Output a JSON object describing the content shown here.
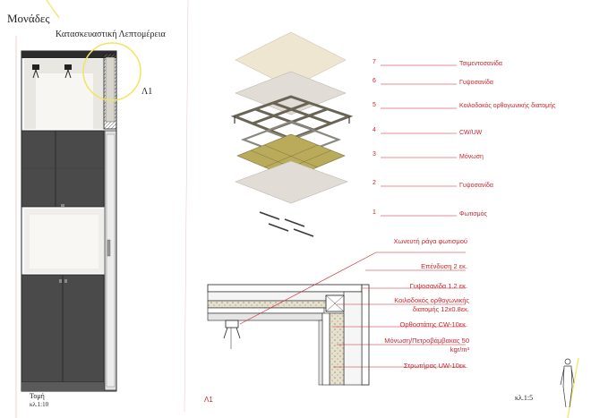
{
  "header": {
    "title": "Μονάδες",
    "subtitle": "Κατασκευαστική Λεπτομέρεια"
  },
  "section": {
    "detail_ref": "Λ1",
    "label": "Τομή",
    "scale": "κλ.1:10"
  },
  "axonometric_legend": [
    {
      "num": "7",
      "text": "Τσιμεντοσανίδα"
    },
    {
      "num": "6",
      "text": "Γυψοσανίδα"
    },
    {
      "num": "5",
      "text": "Κοιλοδοκός ορθογωνικής διατομής"
    },
    {
      "num": "4",
      "text": "CW/UW"
    },
    {
      "num": "3",
      "text": "Μόνωση"
    },
    {
      "num": "2",
      "text": "Γυψοσανίδα"
    },
    {
      "num": "1",
      "text": "Φωτισμός"
    }
  ],
  "detail_notes": [
    "Χωνευτή ράγα φωτισμού",
    "Επένδυση 2 εκ.",
    "Γυψοσανίδα 1.2 εκ.",
    "Κοιλοδοκός ορθογωνικής διατομής 12x0.8εκ.",
    "Ορθοστάτης CW-10εκ.",
    "Μόνωση/Πετροβάμβακας 50 kgr/m³",
    "Στρωτήρας UW-10εκ."
  ],
  "detail": {
    "tag": "Λ1",
    "scale": "κλ.1:5"
  },
  "colors": {
    "accent_red": "#c8242b",
    "highlight_yellow": "#f2e45c",
    "cabinet_dark": "#4a4a4a"
  }
}
